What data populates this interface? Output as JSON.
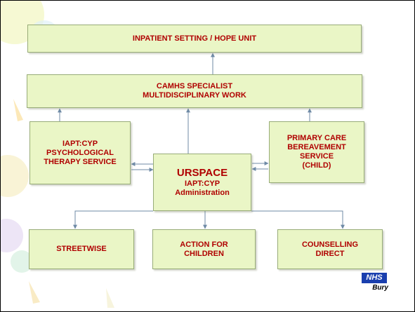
{
  "diagram": {
    "nodes": {
      "inpatient": {
        "line1": "INPATIENT SETTING / HOPE UNIT"
      },
      "camhs": {
        "line1": "CAMHS SPECIALIST",
        "line2": "MULTIDISCIPLINARY WORK"
      },
      "iapt": {
        "line1": "IAPT:CYP",
        "line2": "PSYCHOLOGICAL",
        "line3": "THERAPY SERVICE"
      },
      "primary_care": {
        "line1": "PRIMARY CARE",
        "line2": "BEREAVEMENT",
        "line3": "SERVICE",
        "line4": "(CHILD)"
      },
      "urspace": {
        "title": "URSPACE",
        "line1": "IAPT:CYP",
        "line2": "Administration"
      },
      "streetwise": {
        "line1": "STREETWISE"
      },
      "action": {
        "line1": "ACTION FOR",
        "line2": "CHILDREN"
      },
      "counselling": {
        "line1": "COUNSELLING",
        "line2": "DIRECT"
      }
    },
    "edges": [
      {
        "from": "urspace",
        "to": "camhs",
        "style": "arrow"
      },
      {
        "from": "camhs",
        "to": "inpatient",
        "style": "arrow"
      },
      {
        "from": "urspace",
        "to": "iapt",
        "style": "double-arrow"
      },
      {
        "from": "urspace",
        "to": "primary_care",
        "style": "double-arrow"
      },
      {
        "from": "iapt",
        "to": "camhs",
        "style": "arrow"
      },
      {
        "from": "primary_care",
        "to": "camhs",
        "style": "arrow"
      },
      {
        "from": "urspace",
        "to": "streetwise",
        "style": "arrow"
      },
      {
        "from": "urspace",
        "to": "action",
        "style": "arrow"
      },
      {
        "from": "urspace",
        "to": "counselling",
        "style": "arrow"
      }
    ]
  },
  "logo": {
    "badge": "NHS",
    "name": "Bury"
  },
  "colors": {
    "box_fill": "#eaf6c6",
    "box_border": "#98ac78",
    "text": "#b00000",
    "arrow": "#6f8aa6",
    "nhs_blue": "#1a3fae"
  }
}
